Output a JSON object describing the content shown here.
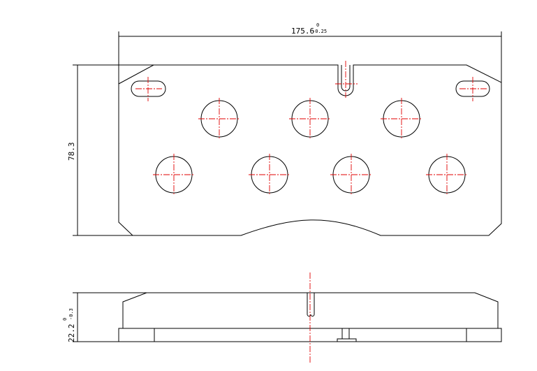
{
  "dimensions": {
    "width_value": "175.6",
    "width_tol_upper": "0",
    "width_tol_lower": "-0.25",
    "height_value": "78.3",
    "thickness_value": "22.2",
    "thickness_tol_upper": "0",
    "thickness_tol_lower": "-0.3"
  },
  "colors": {
    "outline": "#000000",
    "centerline": "#e00000",
    "background": "#ffffff"
  }
}
